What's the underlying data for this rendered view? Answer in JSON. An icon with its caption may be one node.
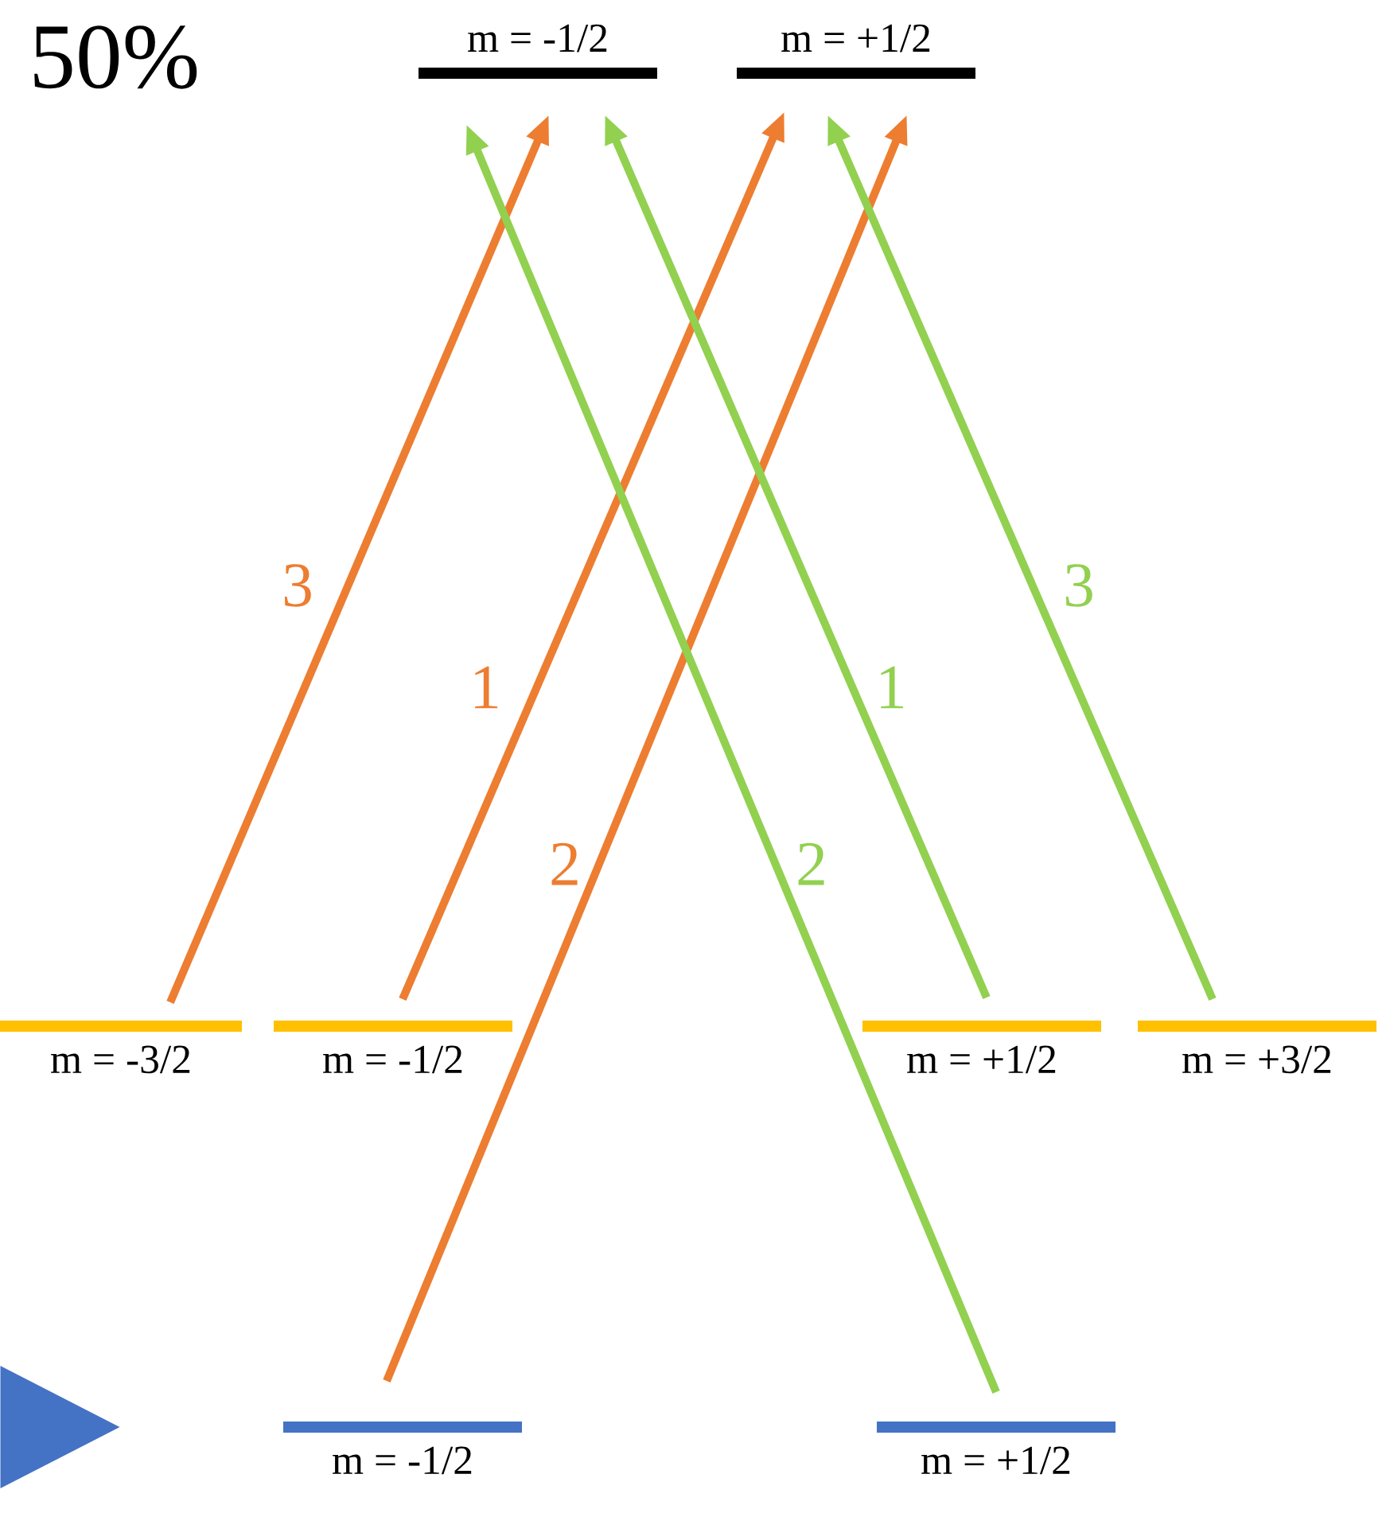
{
  "diagram": {
    "nodes": [
      {
        "text": [
          "m = -1/2"
        ]
      },
      {
        "text": [
          "m = +1/2"
        ]
      },
      {
        "text": [
          "m = -3/2"
        ]
      },
      {
        "text": [
          "m = -1/2"
        ]
      },
      {
        "text": [
          "m = +1/2"
        ]
      },
      {
        "text": [
          "m = +3/2"
        ]
      },
      {
        "text": [
          "m = -1/2"
        ]
      },
      {
        "text": [
          "m = +1/2"
        ]
      },
      {
        "text": [],
        "shape": "triangle"
      }
    ],
    "edges": [
      {
        "from": 2,
        "to": 0,
        "arrow": "to",
        "label": "3",
        "color": "#ed7d31"
      },
      {
        "from": 3,
        "to": 1,
        "arrow": "to",
        "label": "1",
        "color": "#ed7d31"
      },
      {
        "from": 6,
        "to": 1,
        "arrow": "to",
        "label": "2",
        "color": "#ed7d31"
      },
      {
        "from": 7,
        "to": 0,
        "arrow": "to",
        "label": "2",
        "color": "#92d050"
      },
      {
        "from": 4,
        "to": 0,
        "arrow": "to",
        "label": "1",
        "color": "#92d050"
      },
      {
        "from": 5,
        "to": 1,
        "arrow": "to",
        "label": "3",
        "color": "#92d050"
      }
    ],
    "labels": [
      "50%"
    ]
  }
}
